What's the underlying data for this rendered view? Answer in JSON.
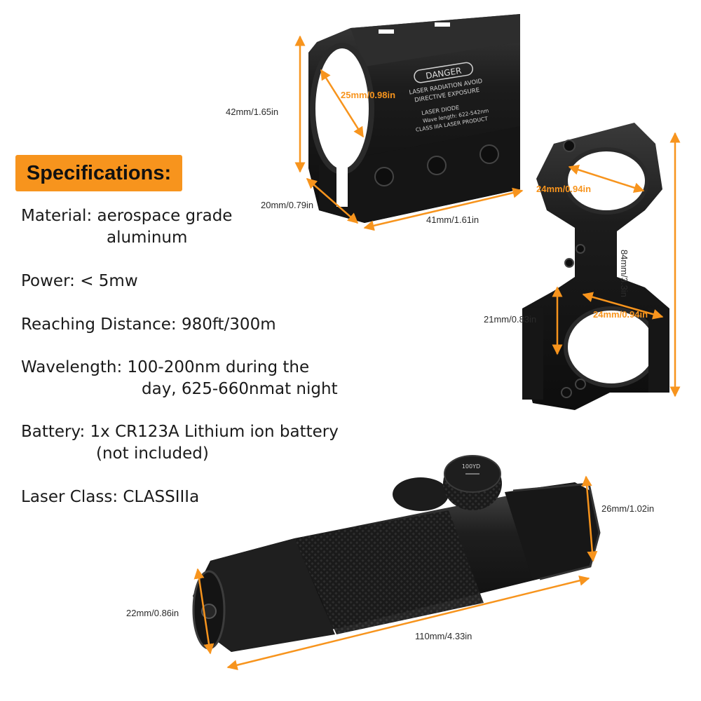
{
  "specs": {
    "heading": "Specifications:",
    "material_label": "Material:",
    "material_value_1": "aerospace grade",
    "material_value_2": "aluminum",
    "power_label": "Power:",
    "power_value": "< 5mw",
    "distance_label": "Reaching Distance:",
    "distance_value": "980ft/300m",
    "wavelength_label": "Wavelength:",
    "wavelength_value_1": "100-200nm during the",
    "wavelength_value_2": "day, 625-660nmat night",
    "battery_label": "Battery:",
    "battery_value_1": "1x CR123A Lithium ion battery",
    "battery_value_2": "(not included)",
    "laser_class_label": "Laser Class:",
    "laser_class_value": "CLASSIIIa"
  },
  "dimensions": {
    "mount_height": "42mm/1.65in",
    "mount_bore": "25mm/0.98in",
    "mount_depth": "20mm/0.79in",
    "mount_width": "41mm/1.61in",
    "ring_top_bore": "24mm/0.94in",
    "ring_height": "84mm/3.3in",
    "ring_rail_width": "21mm/0.83in",
    "ring_bottom_bore": "24mm/0.94in",
    "laser_head_diameter": "26mm/1.02in",
    "laser_tail_diameter": "22mm/0.86in",
    "laser_length": "110mm/4.33in"
  },
  "engraving": {
    "title": "DANGER",
    "line1": "LASER RADIATION AVOID",
    "line2": "DIRECTIVE  EXPOSURE",
    "line3": "LASER DIODE",
    "line4": "Wave length: 622-542nm",
    "line5": "CLASS IIIA LASER PRODUCT",
    "knob_text": "100YD"
  },
  "colors": {
    "accent": "#f7941d",
    "metal": "#1c1c1c"
  }
}
